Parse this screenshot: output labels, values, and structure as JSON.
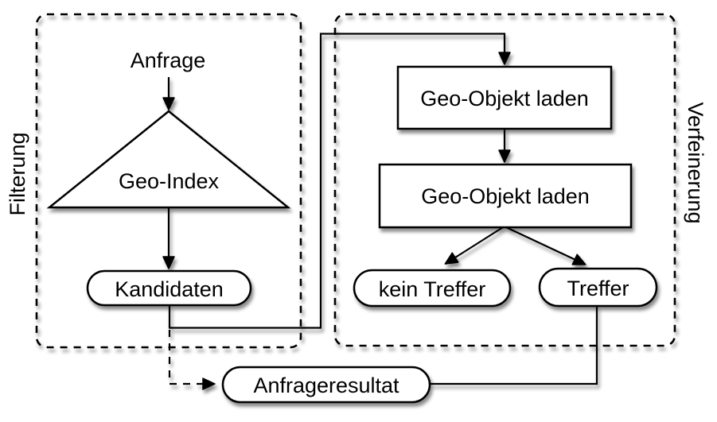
{
  "colors": {
    "background": "#ffffff",
    "line": "#000000",
    "shape_fill": "#ffffff",
    "text": "#000000"
  },
  "regions": {
    "left": {
      "label": "Filterung"
    },
    "right": {
      "label": "Verfeinerung"
    }
  },
  "nodes": {
    "anfrage": {
      "label": "Anfrage",
      "shape": "plain-text"
    },
    "geo_index": {
      "label": "Geo-Index",
      "shape": "triangle"
    },
    "kandidaten": {
      "label": "Kandidaten",
      "shape": "rounded"
    },
    "load1": {
      "label": "Geo-Objekt laden",
      "shape": "rectangle"
    },
    "load2": {
      "label": "Geo-Objekt laden",
      "shape": "rectangle"
    },
    "kein_treffer": {
      "label": "kein Treffer",
      "shape": "rounded"
    },
    "treffer": {
      "label": "Treffer",
      "shape": "rounded"
    },
    "anfrageresultat": {
      "label": "Anfrageresultat",
      "shape": "rounded"
    }
  },
  "edges": [
    {
      "from": "anfrage",
      "to": "geo_index",
      "style": "solid-arrow"
    },
    {
      "from": "geo_index",
      "to": "kandidaten",
      "style": "solid-arrow"
    },
    {
      "from": "kandidaten",
      "to": "load1",
      "style": "solid-arrow-orthogonal"
    },
    {
      "from": "load1",
      "to": "load2",
      "style": "solid-arrow"
    },
    {
      "from": "load2",
      "to": "kein_treffer",
      "style": "solid-arrow"
    },
    {
      "from": "load2",
      "to": "treffer",
      "style": "solid-arrow"
    },
    {
      "from": "kandidaten",
      "to": "anfrageresultat",
      "style": "dashed-arrow"
    },
    {
      "from": "treffer",
      "to": "anfrageresultat",
      "style": "solid-line"
    }
  ]
}
